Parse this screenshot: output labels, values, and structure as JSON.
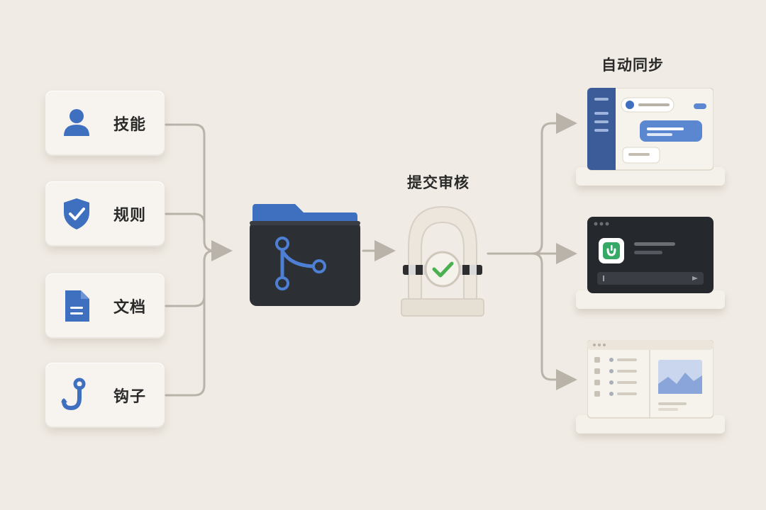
{
  "inputs": [
    {
      "label": "技能",
      "icon": "user-icon"
    },
    {
      "label": "规则",
      "icon": "shield-check-icon"
    },
    {
      "label": "文档",
      "icon": "document-icon"
    },
    {
      "label": "钩子",
      "icon": "hook-icon"
    }
  ],
  "review": {
    "label": "提交审核"
  },
  "sync": {
    "label": "自动同步"
  },
  "targets": [
    {
      "icon": "chat-app-icon"
    },
    {
      "icon": "terminal-app-icon"
    },
    {
      "icon": "dashboard-app-icon"
    }
  ],
  "colors": {
    "accent_blue": "#3f6fbf",
    "dark_panel": "#2c2f33",
    "check_green": "#4caf50",
    "connector": "#b9b3aa",
    "background": "#f0ebe4"
  }
}
